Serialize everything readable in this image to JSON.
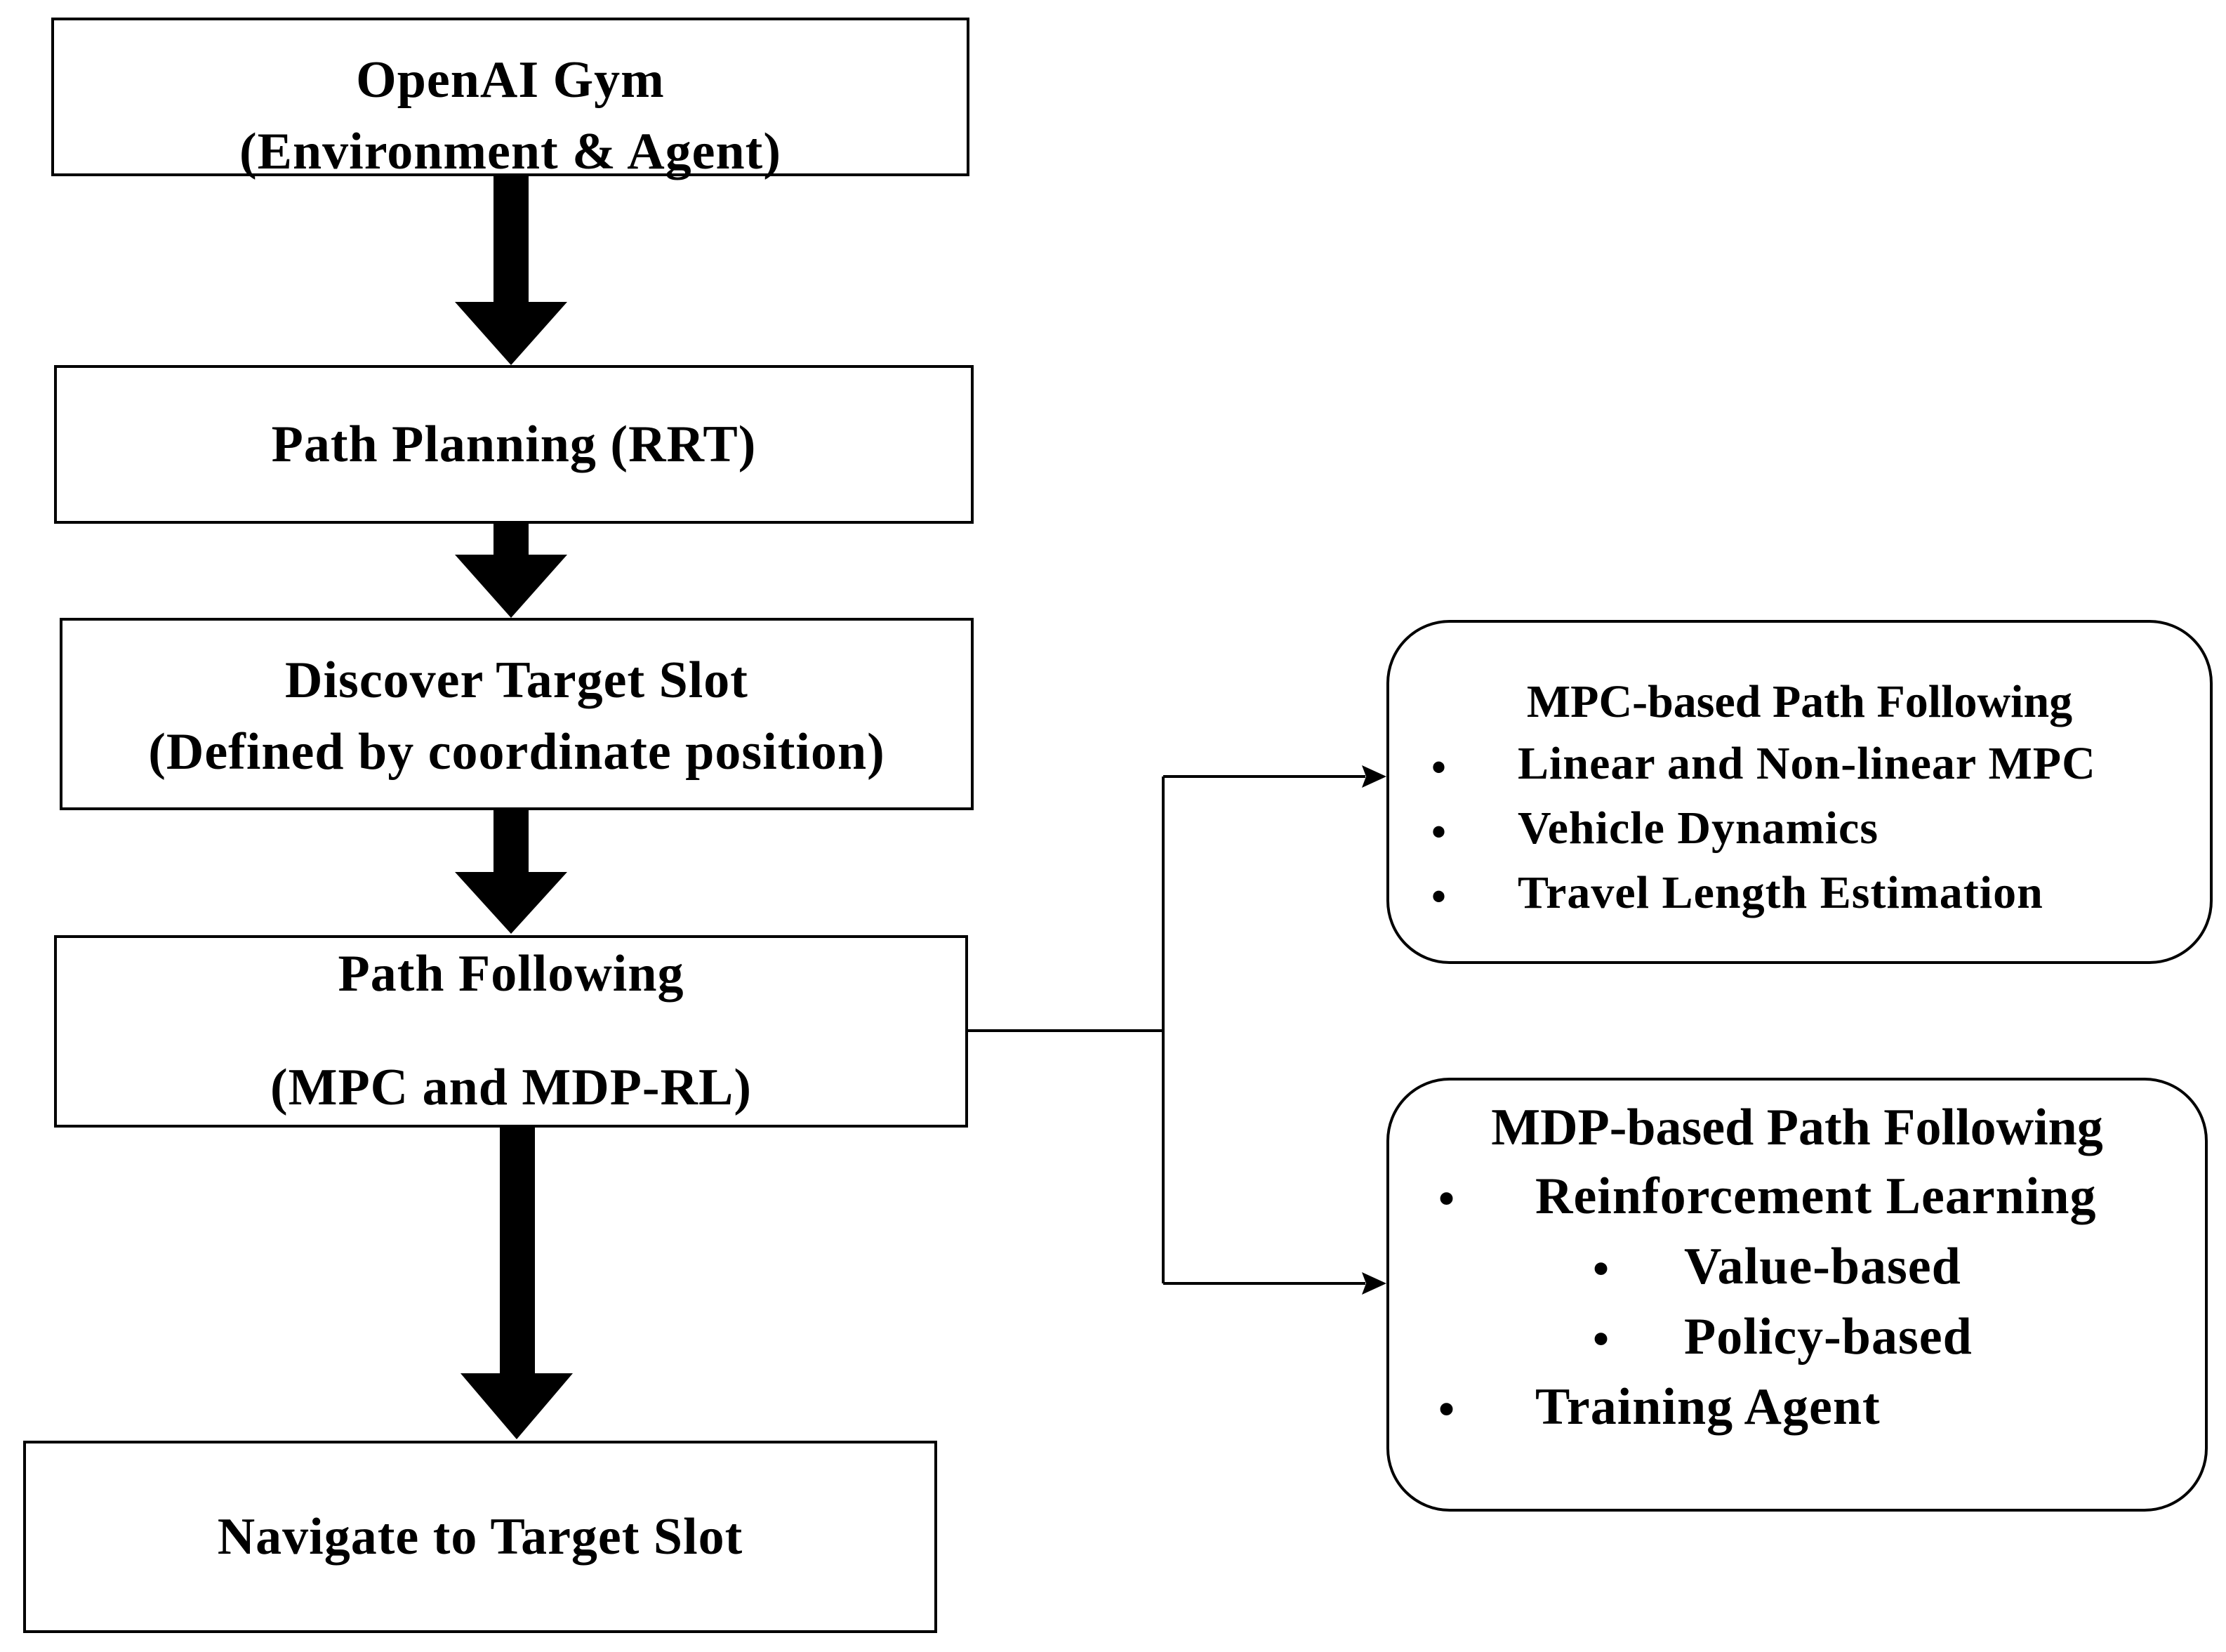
{
  "flow": {
    "gym": {
      "line1": "OpenAI Gym",
      "line2": "(Environment & Agent)"
    },
    "path_planning": {
      "label": "Path Planning (RRT)"
    },
    "discover": {
      "line1": "Discover Target Slot",
      "line2": "(Defined by coordinate position)"
    },
    "path_following": {
      "line1": "Path Following",
      "line2": "(MPC and MDP-RL)"
    },
    "navigate": {
      "label": "Navigate to Target Slot"
    }
  },
  "mpc_box": {
    "title": "MPC-based Path Following",
    "items": [
      "Linear and Non-linear MPC",
      "Vehicle Dynamics",
      "Travel Length Estimation"
    ]
  },
  "mdp_box": {
    "title": "MDP-based Path Following",
    "items": [
      "Reinforcement Learning",
      "Value-based",
      "Policy-based",
      "Training Agent"
    ]
  },
  "bullet_symbol": "•"
}
